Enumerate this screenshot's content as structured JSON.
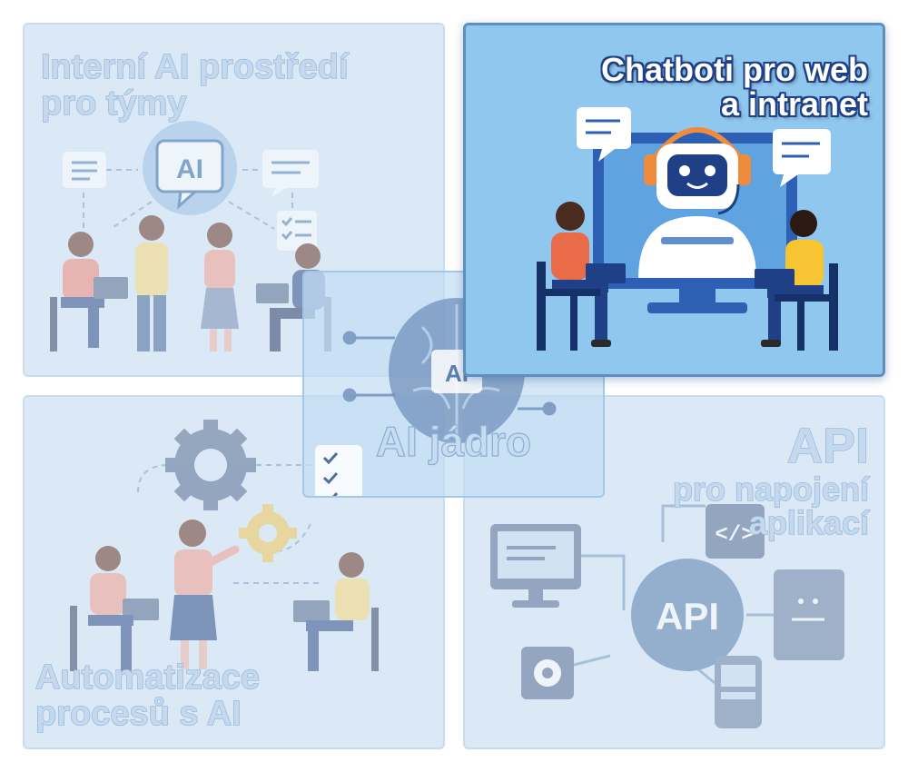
{
  "panels": {
    "internal_ai": {
      "title_line1": "Interní AI prostředí",
      "title_line2": "pro týmy",
      "badge": "AI"
    },
    "chatbots": {
      "title_line1": "Chatboti pro web",
      "title_line2": "a intranet"
    },
    "automation": {
      "title_line1": "Automatizace",
      "title_line2": "procesů s AI"
    },
    "api": {
      "title_line1": "API",
      "title_line2": "pro napojení",
      "title_line3": "aplikací",
      "badge": "API",
      "code_glyph": "</>"
    },
    "core": {
      "title": "AI jádro",
      "badge": "AI"
    }
  },
  "colors": {
    "dim_panel": "#dbe9f6",
    "active_panel": "#8fc7ee",
    "accent_dark": "#1f3f86",
    "monitor": "#2d5fb4"
  }
}
